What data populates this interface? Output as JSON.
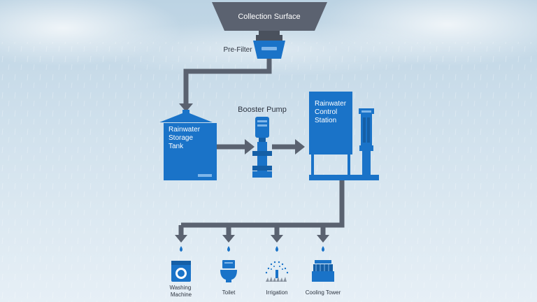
{
  "diagram": {
    "collection_surface": "Collection Surface",
    "pre_filter": "Pre-Filter",
    "storage_tank": [
      "Rainwater",
      "Storage",
      "Tank"
    ],
    "booster_pump": "Booster Pump",
    "control_station": [
      "Rainwater",
      "Control",
      "Station"
    ],
    "outlets": {
      "washing_machine": [
        "Washing",
        "Machine"
      ],
      "toilet": "Toilet",
      "irrigation": "Irrigation",
      "cooling_tower": "Cooling Tower"
    }
  },
  "colors": {
    "equipment": "#1a73c8",
    "equipment_dark": "#155fa6",
    "pipe": "#5a6270",
    "roof": "#5b6270",
    "label": "#2d3440",
    "white_text": "#ffffff"
  }
}
